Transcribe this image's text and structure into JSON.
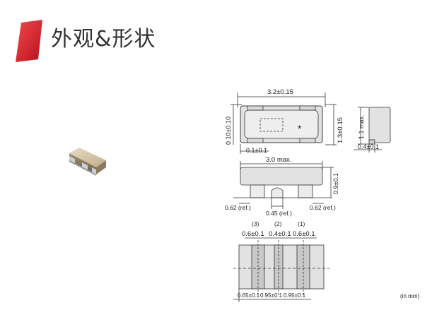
{
  "header": {
    "title": "外观&形状"
  },
  "dimensions": {
    "length": "3.2±0.15",
    "width": "1.3±0.15",
    "height_top": "0.10±0.10",
    "pad_edge": "0.1±0.1",
    "height_max": "1.1 max.",
    "side_pad": "0.4±0.1",
    "body_max": "3.0 max.",
    "side_height": "0.9±0.1",
    "ref_left": "0.62 (ref.)",
    "ref_mid": "0.45 (ref.)",
    "ref_right": "0.62 (ref.)",
    "marking": "*"
  },
  "footprint": {
    "pin_labels": [
      "(3)",
      "(2)",
      "(1)"
    ],
    "pad_widths": [
      "0.6±0.1",
      "0.4±0.1",
      "0.6±0.1"
    ],
    "bottom_dims": [
      "0.65±0.1",
      "0.95±0.1",
      "0.95±0.1"
    ],
    "unit_note": "(in mm)"
  }
}
